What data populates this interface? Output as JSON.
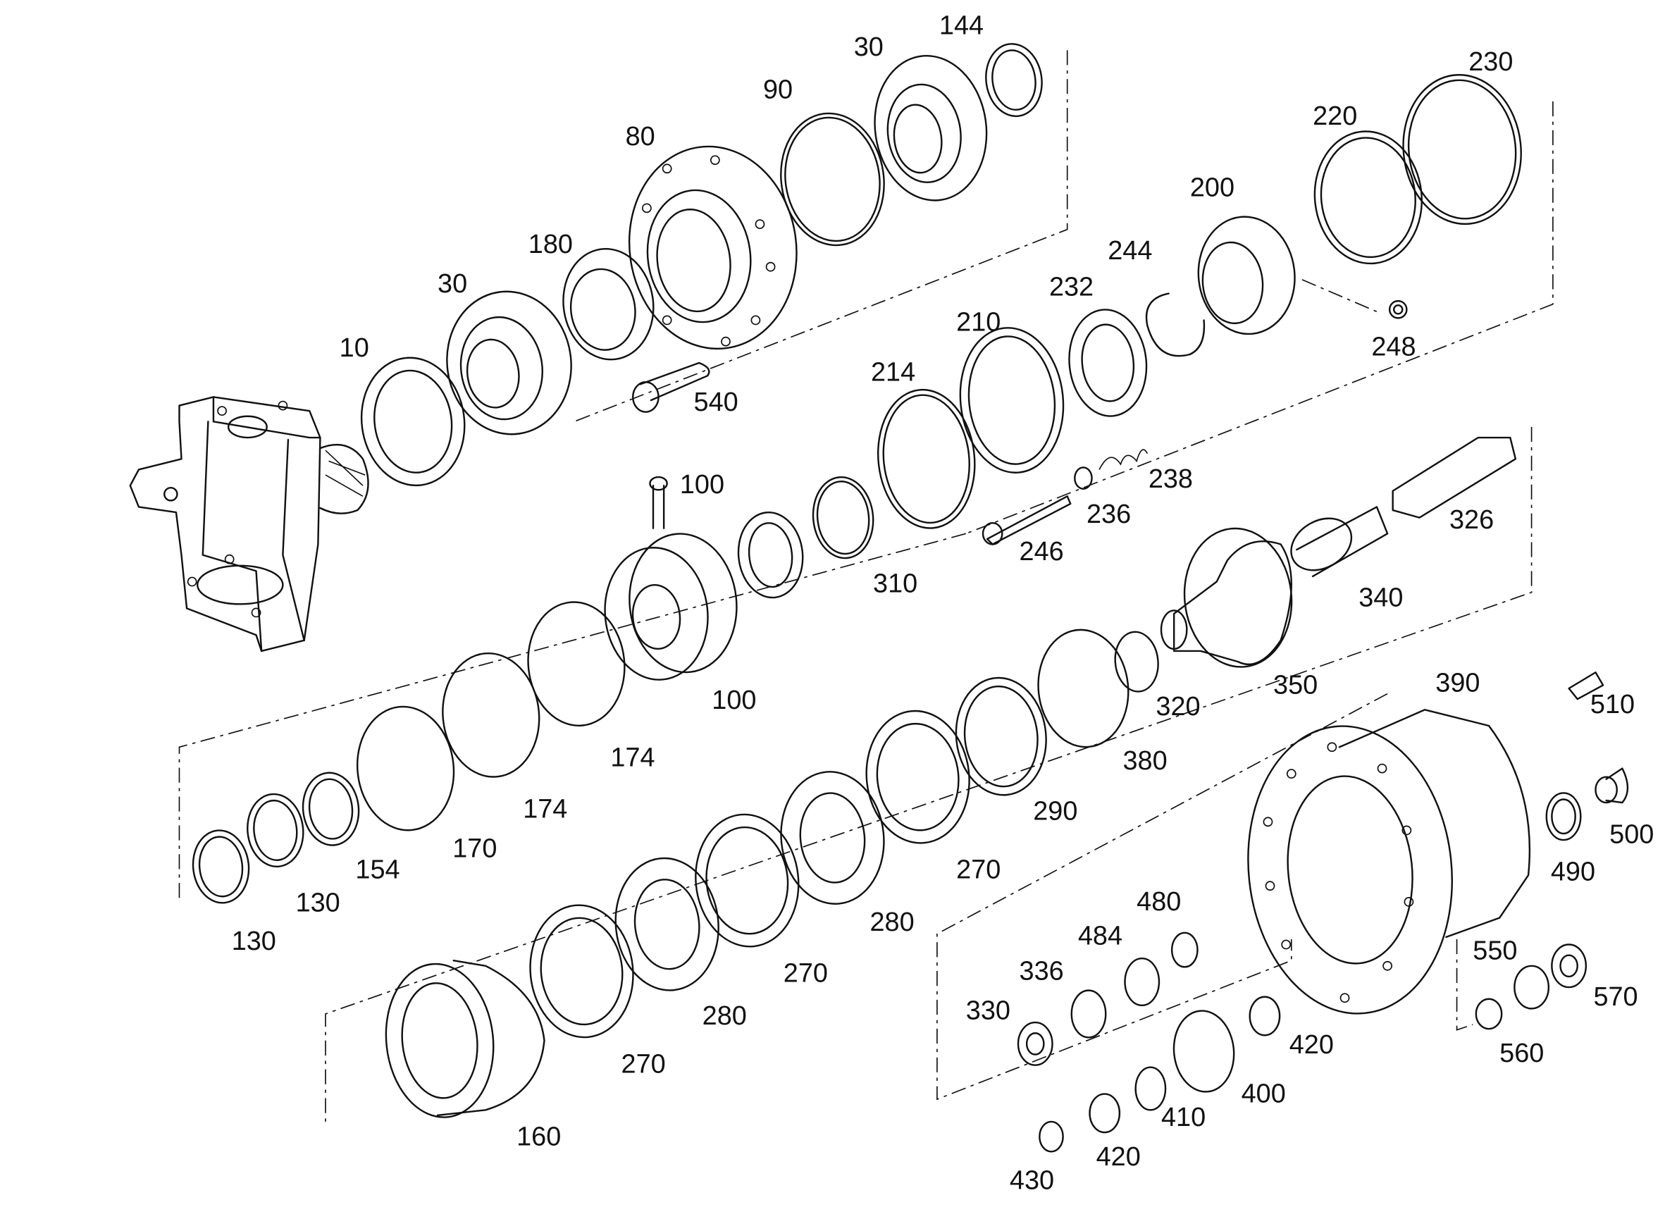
{
  "labels": [
    {
      "id": "l144",
      "text": "144"
    },
    {
      "id": "l30a",
      "text": "30"
    },
    {
      "id": "l90",
      "text": "90"
    },
    {
      "id": "l80",
      "text": "80"
    },
    {
      "id": "l180",
      "text": "180"
    },
    {
      "id": "l30b",
      "text": "30"
    },
    {
      "id": "l10",
      "text": "10"
    },
    {
      "id": "l540",
      "text": "540"
    },
    {
      "id": "l230",
      "text": "230"
    },
    {
      "id": "l220",
      "text": "220"
    },
    {
      "id": "l200",
      "text": "200"
    },
    {
      "id": "l244",
      "text": "244"
    },
    {
      "id": "l232",
      "text": "232"
    },
    {
      "id": "l210",
      "text": "210"
    },
    {
      "id": "l214",
      "text": "214"
    },
    {
      "id": "l248",
      "text": "248"
    },
    {
      "id": "l238",
      "text": "238"
    },
    {
      "id": "l236",
      "text": "236"
    },
    {
      "id": "l246",
      "text": "246"
    },
    {
      "id": "l100a",
      "text": "100"
    },
    {
      "id": "l310",
      "text": "310"
    },
    {
      "id": "l100b",
      "text": "100"
    },
    {
      "id": "l326",
      "text": "326"
    },
    {
      "id": "l340",
      "text": "340"
    },
    {
      "id": "l350",
      "text": "350"
    },
    {
      "id": "l320",
      "text": "320"
    },
    {
      "id": "l390",
      "text": "390"
    },
    {
      "id": "l510",
      "text": "510"
    },
    {
      "id": "l380",
      "text": "380"
    },
    {
      "id": "l290",
      "text": "290"
    },
    {
      "id": "l174a",
      "text": "174"
    },
    {
      "id": "l174b",
      "text": "174"
    },
    {
      "id": "l170",
      "text": "170"
    },
    {
      "id": "l154",
      "text": "154"
    },
    {
      "id": "l130a",
      "text": "130"
    },
    {
      "id": "l130b",
      "text": "130"
    },
    {
      "id": "l270a",
      "text": "270"
    },
    {
      "id": "l280a",
      "text": "280"
    },
    {
      "id": "l270b",
      "text": "270"
    },
    {
      "id": "l280b",
      "text": "280"
    },
    {
      "id": "l270c",
      "text": "270"
    },
    {
      "id": "l160",
      "text": "160"
    },
    {
      "id": "l500",
      "text": "500"
    },
    {
      "id": "l490",
      "text": "490"
    },
    {
      "id": "l480",
      "text": "480"
    },
    {
      "id": "l484",
      "text": "484"
    },
    {
      "id": "l336",
      "text": "336"
    },
    {
      "id": "l330",
      "text": "330"
    },
    {
      "id": "l550",
      "text": "550"
    },
    {
      "id": "l570",
      "text": "570"
    },
    {
      "id": "l560",
      "text": "560"
    },
    {
      "id": "l420a",
      "text": "420"
    },
    {
      "id": "l400",
      "text": "400"
    },
    {
      "id": "l410",
      "text": "410"
    },
    {
      "id": "l420b",
      "text": "420"
    },
    {
      "id": "l430",
      "text": "430"
    }
  ]
}
